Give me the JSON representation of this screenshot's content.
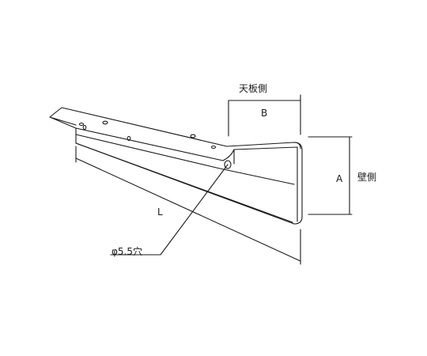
{
  "labels": {
    "top_side": "天板側",
    "dimension_b": "B",
    "dimension_a": "A",
    "wall_side": "壁側",
    "dimension_l": "L",
    "hole": "φ5.5穴"
  },
  "colors": {
    "line": "#1a1a1a",
    "background": "#ffffff"
  }
}
